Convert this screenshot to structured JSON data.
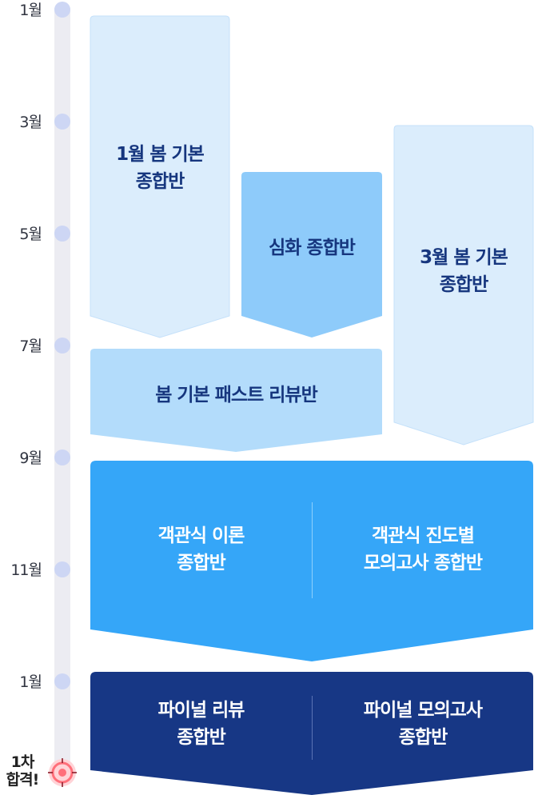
{
  "timeline": {
    "months": [
      "1월",
      "3월",
      "5월",
      "7월",
      "9월",
      "11월",
      "1월"
    ],
    "final_label": "1차\n합격!"
  },
  "courses": {
    "jan_spring_basic": "1월 봄 기본\n종합반",
    "advanced": "심화 종합반",
    "mar_spring_basic": "3월 봄 기본\n종합반",
    "spring_fast_review": "봄 기본 패스트 리뷰반",
    "objective_theory": "객관식 이론\n종합반",
    "objective_mock": "객관식 진도별\n모의고사 종합반",
    "final_review": "파이널 리뷰\n종합반",
    "final_mock": "파이널 모의고사\n종합반"
  },
  "colors": {
    "pale": "#dbedfc",
    "medium": "#8ecbfa",
    "bright": "#35a6f8",
    "navy": "#173785",
    "text_dark": "#16367e",
    "target_red": "#ff6f7a"
  },
  "icons": {
    "goal": "target-icon"
  }
}
